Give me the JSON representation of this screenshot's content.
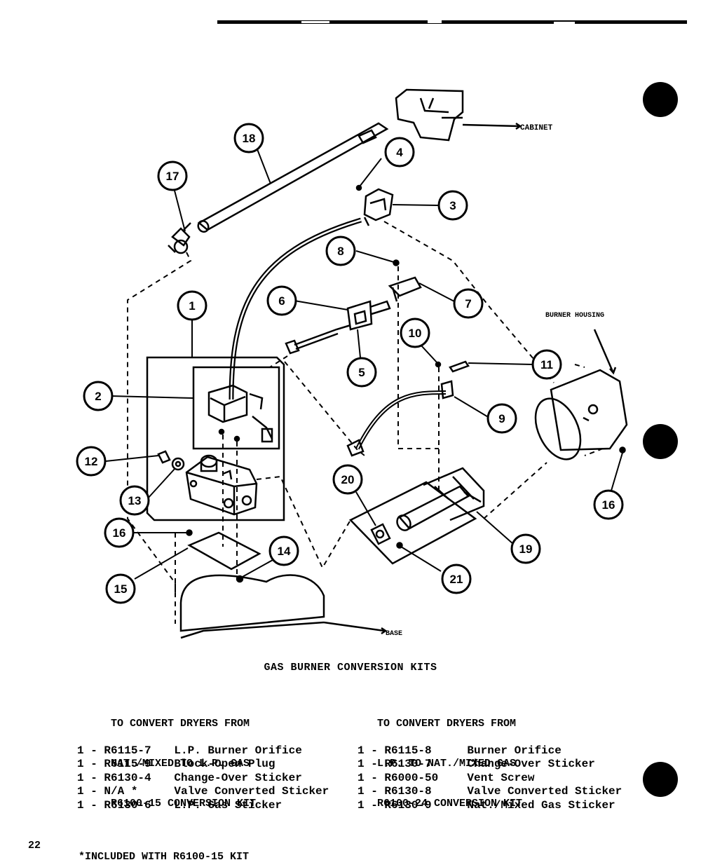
{
  "diagram": {
    "callouts": [
      {
        "num": "1"
      },
      {
        "num": "2"
      },
      {
        "num": "3"
      },
      {
        "num": "4"
      },
      {
        "num": "5"
      },
      {
        "num": "6"
      },
      {
        "num": "7"
      },
      {
        "num": "8"
      },
      {
        "num": "9"
      },
      {
        "num": "10"
      },
      {
        "num": "11"
      },
      {
        "num": "12"
      },
      {
        "num": "13"
      },
      {
        "num": "14"
      },
      {
        "num": "15"
      },
      {
        "num": "16"
      },
      {
        "num": "16"
      },
      {
        "num": "17"
      },
      {
        "num": "18"
      },
      {
        "num": "19"
      },
      {
        "num": "20"
      },
      {
        "num": "21"
      }
    ],
    "labels": {
      "cabinet": "CABINET",
      "burner_housing": "BURNER HOUSING",
      "base": "BASE"
    }
  },
  "title": "GAS BURNER CONVERSION KITS",
  "kits": [
    {
      "heading": [
        "TO CONVERT DRYERS FROM",
        "NAT./MIXED TO L.P. GAS",
        "R6100-15 CONVERSION KIT"
      ],
      "items": [
        {
          "qty": "1",
          "part": "R6115-7",
          "desc": "L.P. Burner Orifice"
        },
        {
          "qty": "1",
          "part": "R6115-9",
          "desc": "Block-Open Plug"
        },
        {
          "qty": "1",
          "part": "R6130-4",
          "desc": "Change-Over Sticker"
        },
        {
          "qty": "1",
          "part": "N/A *",
          "desc": "Valve Converted Sticker"
        },
        {
          "qty": "1",
          "part": "R6130-6",
          "desc": "L.P. Gas Sticker"
        }
      ]
    },
    {
      "heading": [
        "TO CONVERT DRYERS FROM",
        "L.P. TO NAT./MIXED GAS",
        "R6100-24 CONVERSION KIT"
      ],
      "items": [
        {
          "qty": "1",
          "part": "R6115-8",
          "desc": "Burner Orifice"
        },
        {
          "qty": "1",
          "part": "R6130-7",
          "desc": "Change-Over Sticker"
        },
        {
          "qty": "1",
          "part": "R6000-50",
          "desc": "Vent Screw"
        },
        {
          "qty": "1",
          "part": "R6130-8",
          "desc": "Valve Converted Sticker"
        },
        {
          "qty": "1",
          "part": "R6130-9",
          "desc": "Nat./Mixed Gas Sticker"
        }
      ]
    }
  ],
  "page_number": "22",
  "footnote": "*INCLUDED WITH R6100-15 KIT"
}
